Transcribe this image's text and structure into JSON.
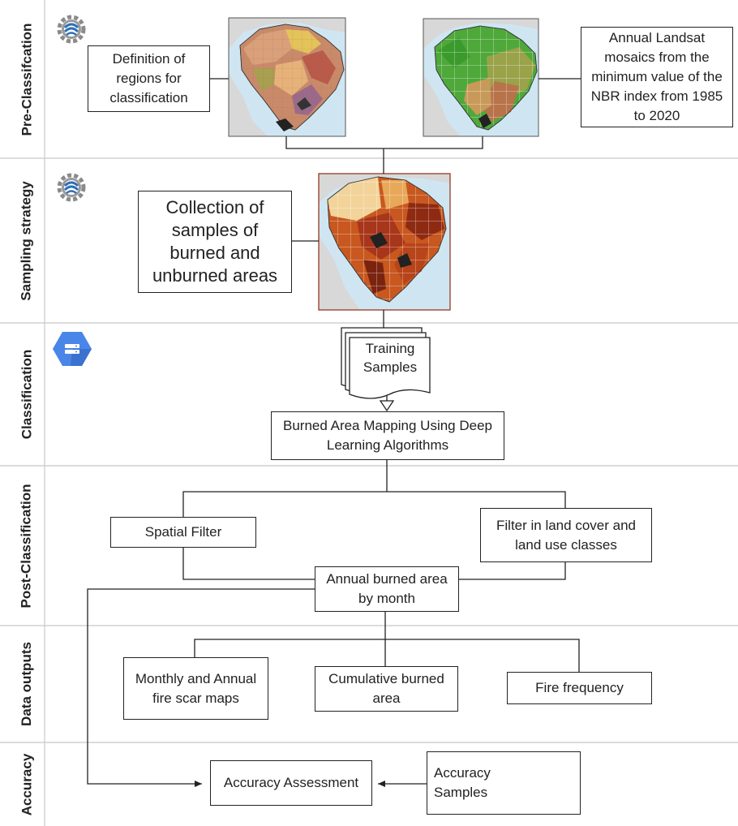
{
  "lanes": [
    {
      "label": "Pre-Classifcation"
    },
    {
      "label": "Sampling strategy"
    },
    {
      "label": "Classification"
    },
    {
      "label": "Post-Classification"
    },
    {
      "label": "Data outputs"
    },
    {
      "label": "Accuracy"
    }
  ],
  "icons": {
    "pre_classification": "earth-engine-gear-icon",
    "sampling": "earth-engine-gear-icon",
    "classification": "cloud-storage-hexagon-icon",
    "accuracy_samples": "stacked-sample-sheets-icon"
  },
  "boxes": {
    "regions": "Definition of regions for classification",
    "mosaics": "Annual Landsat mosaics from the minimum value of the NBR index from 1985 to 2020",
    "samples_collection": "Collection of samples of burned and unburned areas",
    "training_samples": "Training Samples",
    "deep_learning": "Burned Area Mapping Using Deep Learning Algorithms",
    "spatial_filter": "Spatial Filter",
    "land_cover_filter": "Filter in land cover and land use classes",
    "annual_burned": "Annual burned area by month",
    "fire_scar_maps": "Monthly and Annual fire scar maps",
    "cumulative": "Cumulative burned area",
    "fire_frequency": "Fire frequency",
    "accuracy_assessment": "Accuracy Assessment",
    "accuracy_samples": "Accuracy Samples"
  },
  "colors": {
    "line": "#222222",
    "lane_divider": "#c8c8c8",
    "gear_blue": "#2f6fb5",
    "hexagon_blue": "#4a86e8",
    "ocean": "#cfe6f2",
    "land_gray": "#d8d8d8",
    "vegetation_green": "#4ea83a",
    "burn_dark": "#8f2a12",
    "burn_mid": "#c8581f",
    "burn_light": "#f2d39a"
  }
}
